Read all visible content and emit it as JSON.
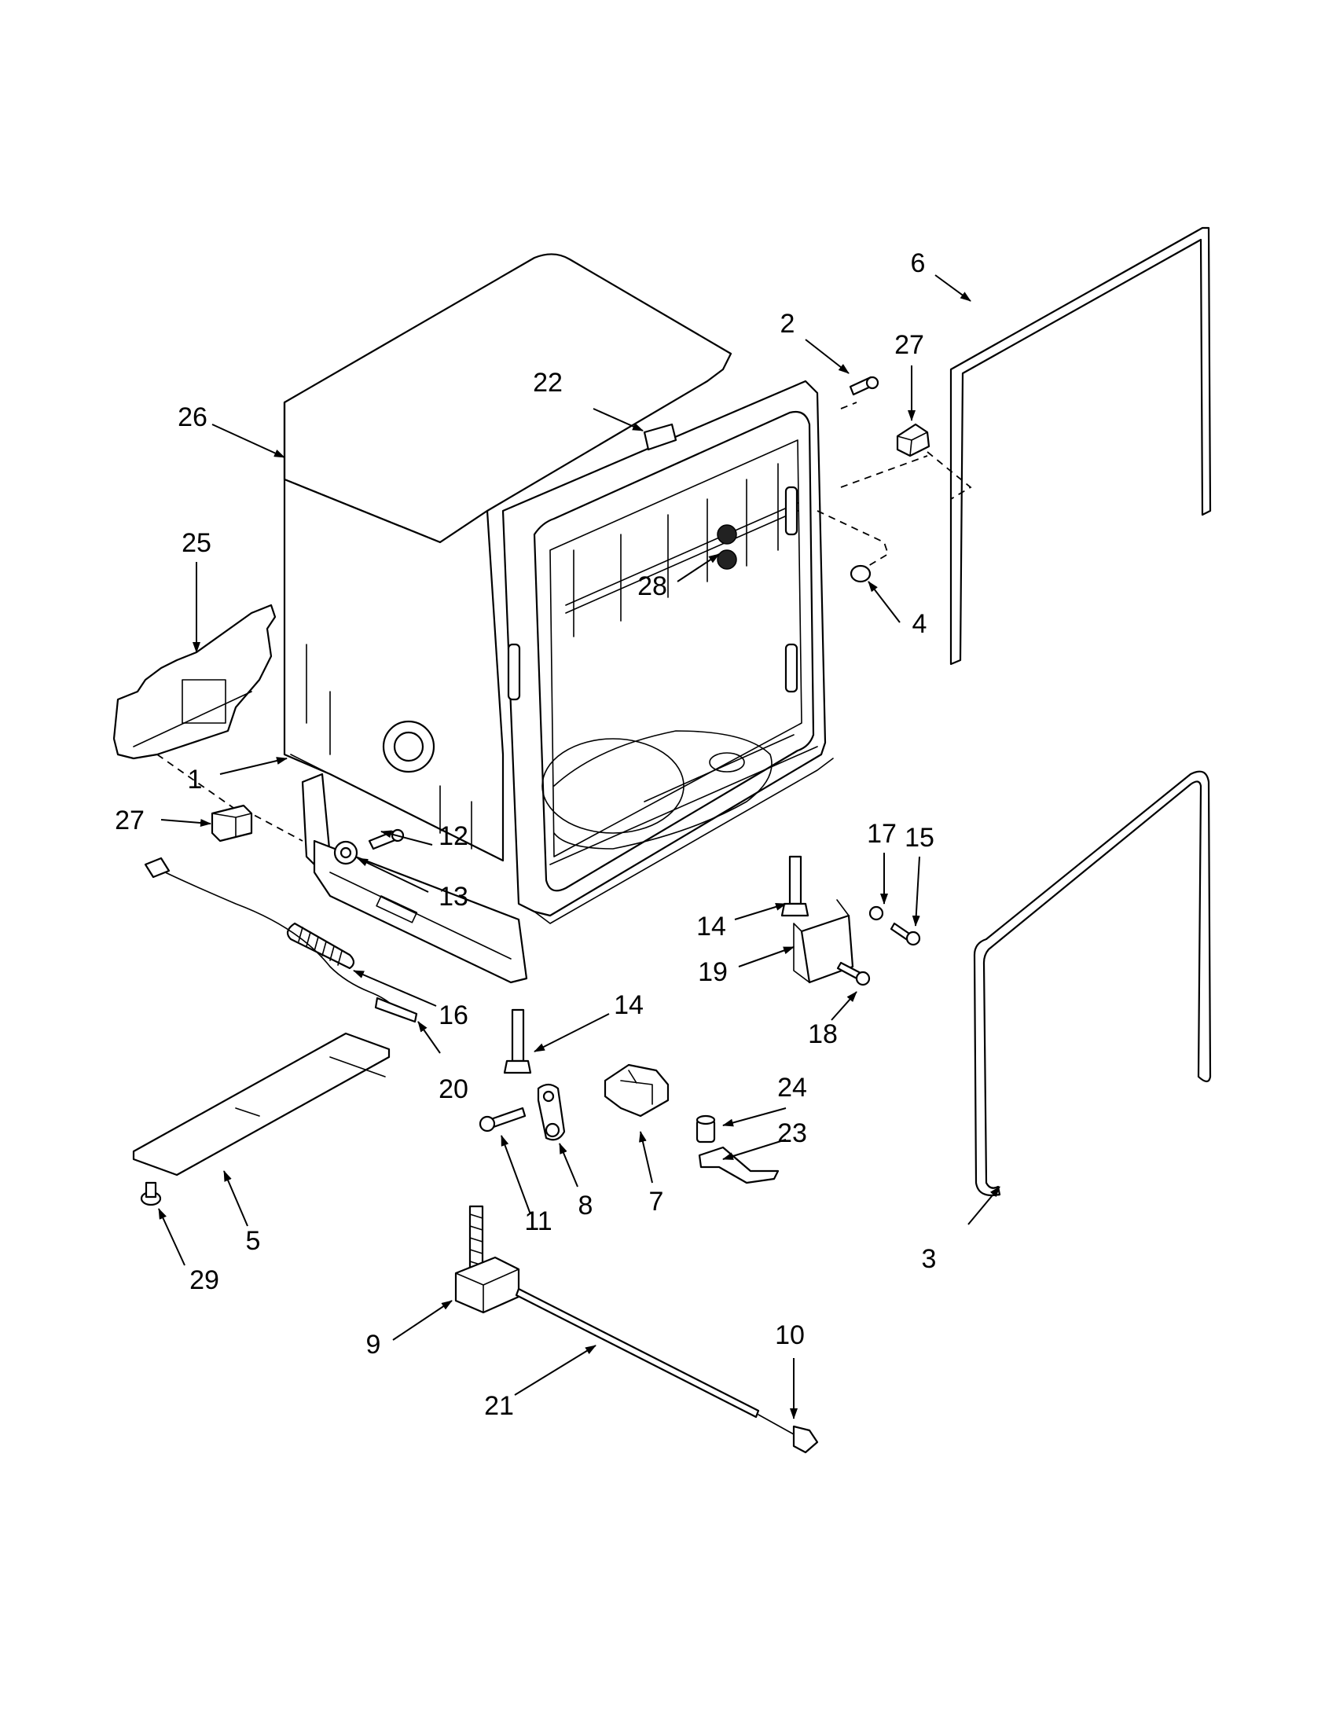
{
  "diagram": {
    "callouts": [
      {
        "id": "c1",
        "text": "1"
      },
      {
        "id": "c2",
        "text": "2"
      },
      {
        "id": "c3",
        "text": "3"
      },
      {
        "id": "c4",
        "text": "4"
      },
      {
        "id": "c5",
        "text": "5"
      },
      {
        "id": "c6",
        "text": "6"
      },
      {
        "id": "c7",
        "text": "7"
      },
      {
        "id": "c8",
        "text": "8"
      },
      {
        "id": "c9",
        "text": "9"
      },
      {
        "id": "c10",
        "text": "10"
      },
      {
        "id": "c11",
        "text": "11"
      },
      {
        "id": "c12",
        "text": "12"
      },
      {
        "id": "c13",
        "text": "13"
      },
      {
        "id": "c14a",
        "text": "14"
      },
      {
        "id": "c14b",
        "text": "14"
      },
      {
        "id": "c15",
        "text": "15"
      },
      {
        "id": "c16",
        "text": "16"
      },
      {
        "id": "c17",
        "text": "17"
      },
      {
        "id": "c18",
        "text": "18"
      },
      {
        "id": "c19",
        "text": "19"
      },
      {
        "id": "c20",
        "text": "20"
      },
      {
        "id": "c21",
        "text": "21"
      },
      {
        "id": "c22",
        "text": "22"
      },
      {
        "id": "c23",
        "text": "23"
      },
      {
        "id": "c24",
        "text": "24"
      },
      {
        "id": "c25",
        "text": "25"
      },
      {
        "id": "c26",
        "text": "26"
      },
      {
        "id": "c27a",
        "text": "27"
      },
      {
        "id": "c27b",
        "text": "27"
      },
      {
        "id": "c28",
        "text": "28"
      },
      {
        "id": "c29",
        "text": "29"
      }
    ]
  }
}
